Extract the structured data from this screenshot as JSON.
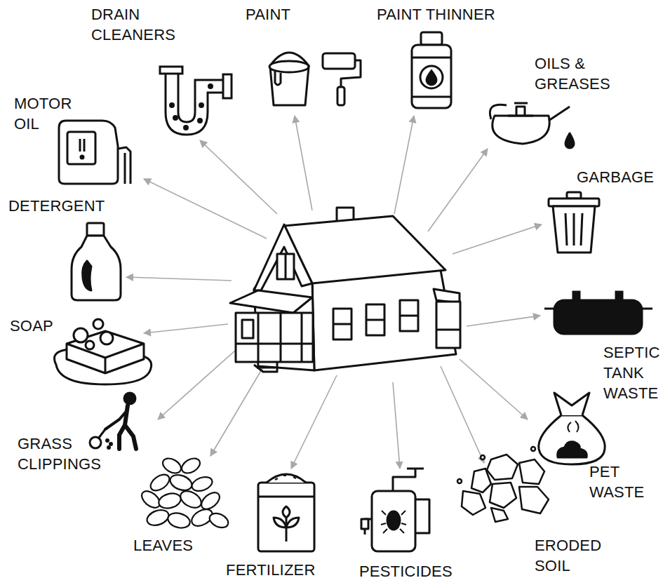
{
  "diagram": {
    "labels": [
      "DRAIN CLEANERS",
      "PAINT",
      "PAINT THINNER",
      "MOTOR OIL",
      "OILS & GREASES",
      "DETERGENT",
      "GARBAGE",
      "SOAP",
      "SEPTIC TANK WASTE",
      "GRASS CLIPPINGS",
      "PET WASTE",
      "LEAVES",
      "ERODED SOIL",
      "FERTILIZER",
      "PESTICIDES"
    ]
  }
}
